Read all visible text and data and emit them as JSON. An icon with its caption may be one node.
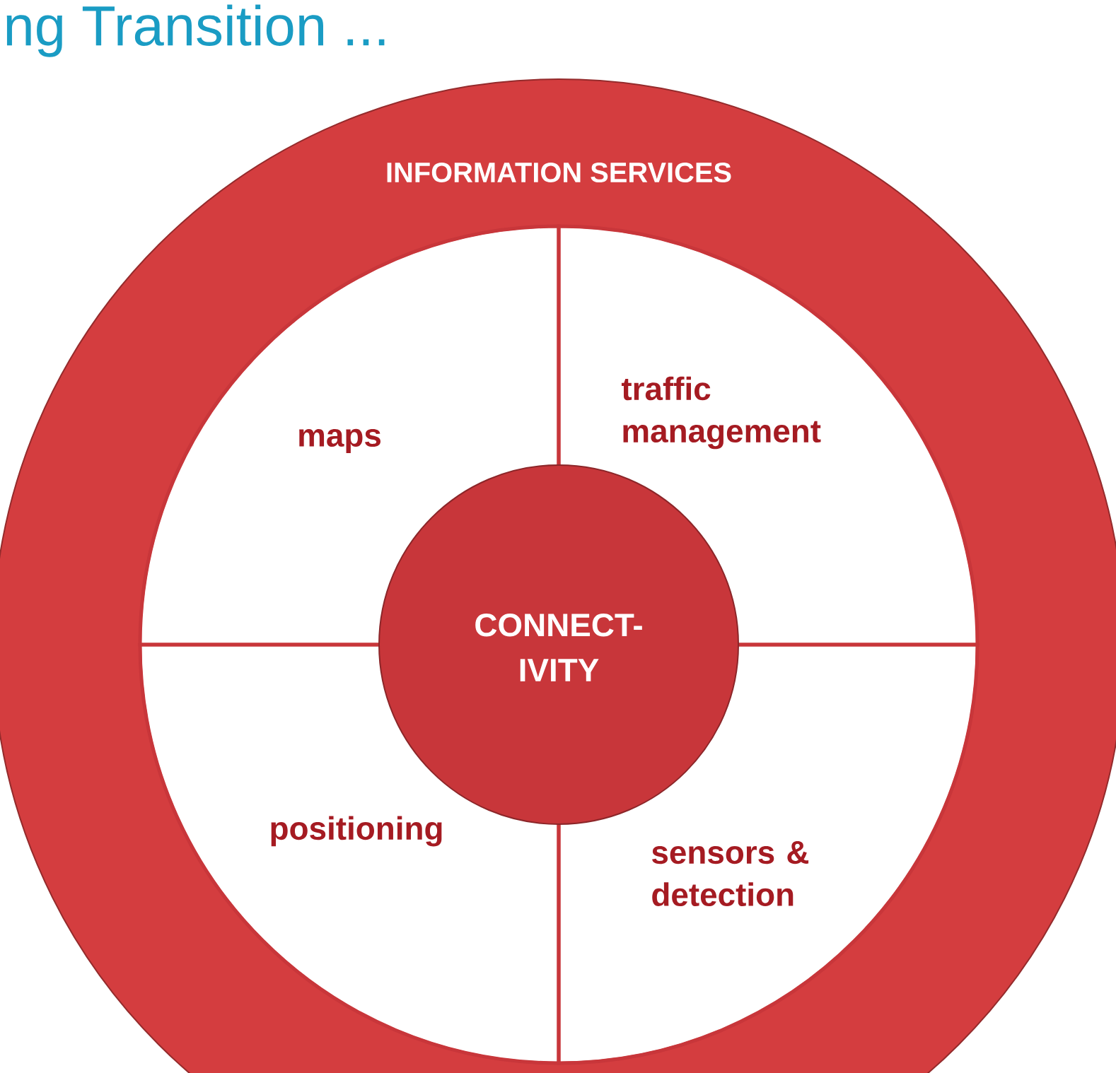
{
  "diagram": {
    "title": "ng Transition ...",
    "nodes": [
      {
        "text": [
          "INFORMATION SERVICES"
        ]
      },
      {
        "text": [
          "maps"
        ],
        "in": 0
      },
      {
        "text": [
          "traffic management"
        ],
        "in": 0
      },
      {
        "text": [
          "positioning"
        ],
        "in": 0
      },
      {
        "text": [
          "sensors & detection"
        ],
        "in": 0
      },
      {
        "text": [
          "CONNECT- IVITY"
        ],
        "in": 0
      }
    ]
  }
}
